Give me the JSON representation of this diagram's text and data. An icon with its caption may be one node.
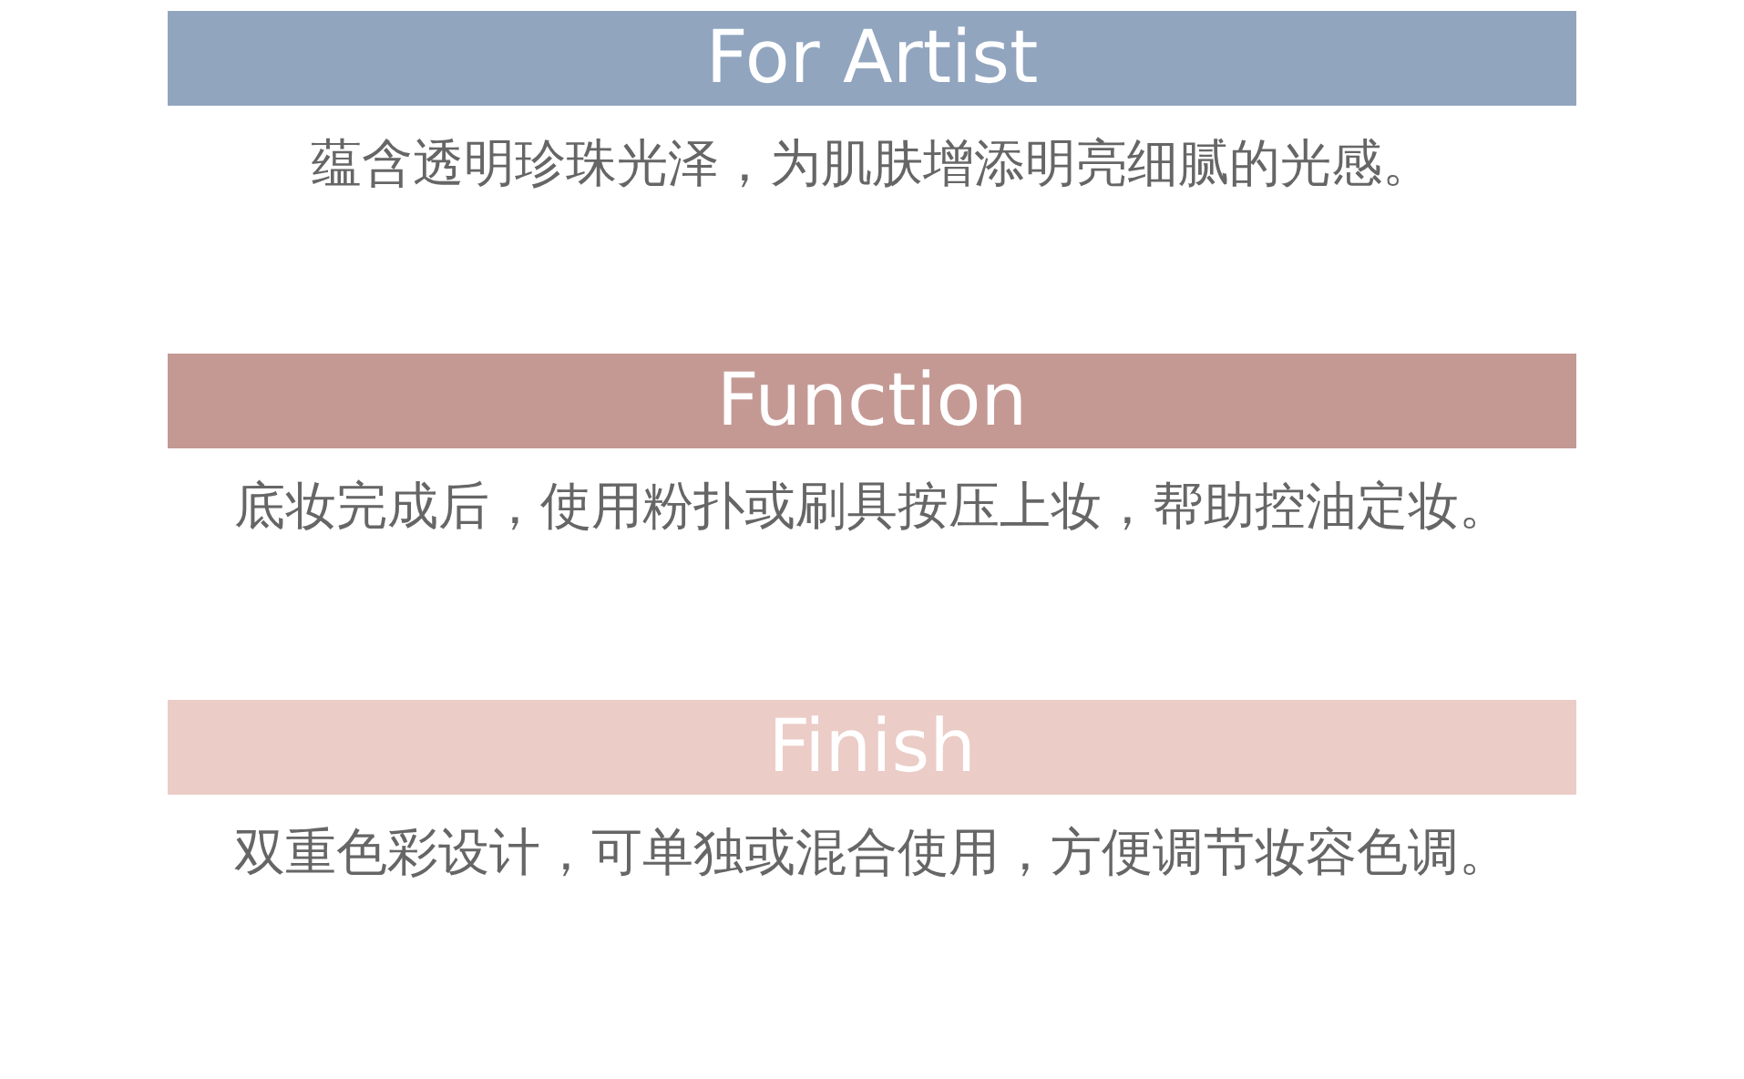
{
  "diagram": {
    "nodes": [
      {
        "text": [
          "For Artist"
        ],
        "beside": [
          "蕴含透明珍珠光泽，为肌肤增添明亮细腻的光感。"
        ]
      },
      {
        "text": [
          "Function"
        ],
        "beside": [
          "底妆完成后，使用粉扑或刷具按压上妆，帮助控油定妆。"
        ]
      },
      {
        "text": [
          "Finish"
        ],
        "beside": [
          "双重色彩设计，可单独或混合使用，方便调节妆容色调。"
        ]
      }
    ]
  }
}
